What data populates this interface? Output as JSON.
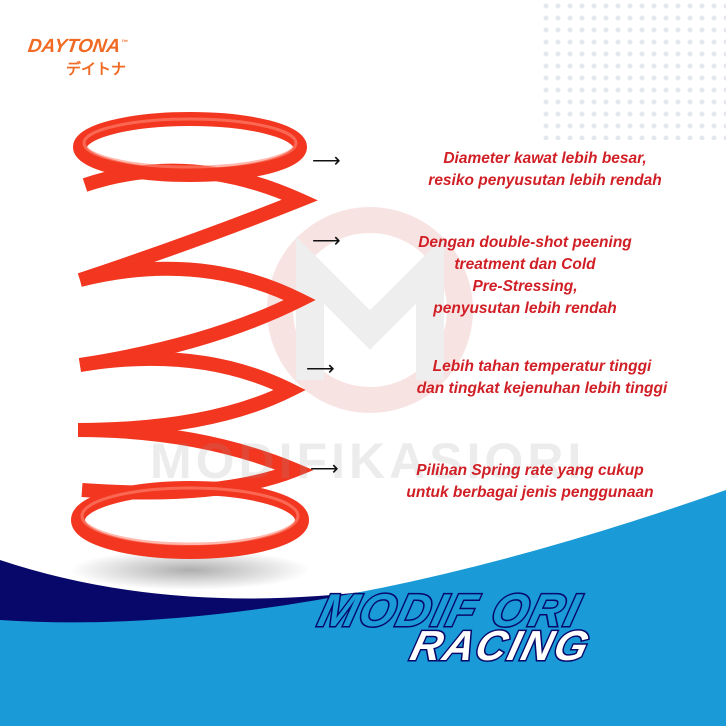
{
  "brand": {
    "name": "DAYTONA",
    "name_jp": "デイトナ",
    "tm": "™"
  },
  "watermark": "MODIFIKASIORI",
  "features": [
    {
      "lines": [
        "Diameter kawat lebih besar,",
        "resiko penyusutan lebih rendah"
      ]
    },
    {
      "lines": [
        "Dengan double-shot peening",
        "treatment dan Cold",
        "Pre-Stressing,",
        "penyusutan lebih rendah"
      ]
    },
    {
      "lines": [
        "Lebih tahan temperatur tinggi",
        "dan tingkat kejenuhan lebih tinggi"
      ]
    },
    {
      "lines": [
        "Pilihan Spring rate yang cukup",
        "untuk berbagai jenis penggunaan"
      ]
    }
  ],
  "logo": {
    "line1": "MODIF ORI",
    "line2": "RACING"
  },
  "colors": {
    "spring": "#f2361f",
    "text": "#d11f26",
    "navy": "#07086a",
    "blue": "#1a9ad7",
    "brand": "#f06a23"
  }
}
